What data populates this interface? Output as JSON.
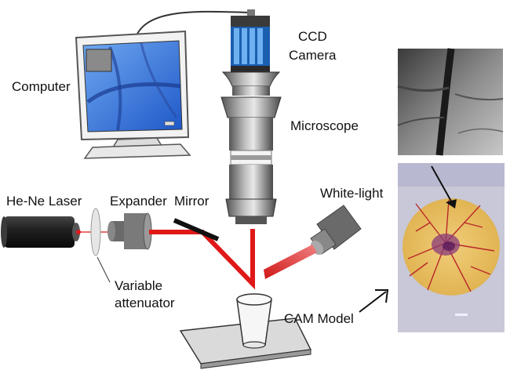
{
  "labels": {
    "ccd_line1": "CCD",
    "ccd_line2": "Camera",
    "computer": "Computer",
    "microscope": "Microscope",
    "laser": "He-Ne Laser",
    "expander": "Expander",
    "mirror": "Mirror",
    "white_light": "White-light",
    "attenuator_line1": "Variable",
    "attenuator_line2": "attenuator",
    "cam_model": "CAM Model"
  },
  "colors": {
    "laser_beam": "#e01818",
    "white_light_cone": "#d83838",
    "monitor_screen": "#3f7fe0",
    "camera_fins": "#2e7dd4",
    "egg_yolk": "#e8c060",
    "egg_vessels": "#b8282a"
  },
  "icons": [
    "computer-monitor-icon",
    "ccd-camera-icon",
    "microscope-icon",
    "laser-icon",
    "beam-expander-icon",
    "mirror-icon",
    "white-light-source-icon",
    "attenuator-icon",
    "sample-cup-icon",
    "stage-icon"
  ]
}
